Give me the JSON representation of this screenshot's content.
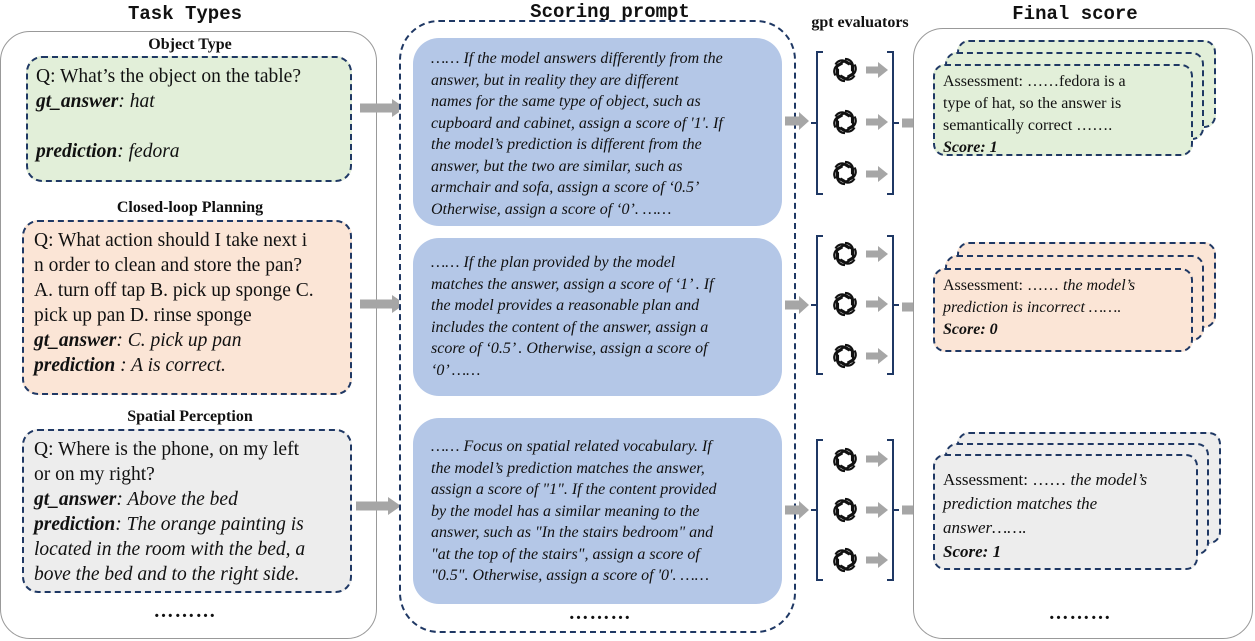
{
  "columns": {
    "task_types": "Task Types",
    "scoring_prompt": "Scoring prompt",
    "gpt_evaluators": "gpt evaluators",
    "final_score": "Final score"
  },
  "tasks": [
    {
      "title": "Object Type",
      "question": "Q: What’s the object on the table?",
      "gt_label": "gt_answer",
      "gt_value": ": hat",
      "pred_label": "prediction",
      "pred_value": ": fedora"
    },
    {
      "title": "Closed-loop Planning",
      "question_lines": [
        "Q:  What action should I take next i",
        "n order to clean and store the pan?",
        "A. turn off tap B. pick up sponge C.",
        "pick up pan D. rinse sponge"
      ],
      "gt_label": "gt_answer",
      "gt_value": ": C. pick up pan",
      "pred_label": "prediction",
      "pred_value": " : A is correct."
    },
    {
      "title": "Spatial Perception",
      "question_lines": [
        "Q: Where is the phone, on my left",
        "or on my right?"
      ],
      "gt_label": "gt_answer",
      "gt_value": ": Above the bed",
      "pred_label": "prediction",
      "pred_lines": [
        ": The orange painting is",
        "located in the room with the bed, a",
        "bove the bed and to the right side."
      ]
    }
  ],
  "prompts": [
    [
      "…… If the model answers differently from the",
      "answer, but in reality they are different",
      "names for the same type of object, such as",
      "cupboard and cabinet, assign a score of '1'. If",
      "the model’s prediction is different from the",
      "answer, but the two are similar, such as",
      "armchair and sofa, assign a score of ‘0.5’",
      "Otherwise, assign a score of ‘0’. ……"
    ],
    [
      "…… If the plan provided by the model",
      "matches the answer, assign a score of ‘1’ . If",
      "the model provides a reasonable plan and",
      "includes the content of the answer, assign a",
      "score of ‘0.5’ . Otherwise, assign a score of",
      "‘0’ ……"
    ],
    [
      "…… Focus on spatial related vocabulary. If",
      "the model’s prediction matches the answer,",
      "assign a score of \"1\". If the content provided",
      "by the model has a similar meaning to the",
      "answer, such as \"In the stairs bedroom\" and",
      "\"at the top of the stairs\", assign a score of",
      "\"0.5\". Otherwise, assign a score of '0'. ……"
    ]
  ],
  "scores": [
    {
      "lines": [
        "Assessment: ……fedora is a",
        "type of hat, so the answer is",
        "semantically correct ……."
      ],
      "score": "Score: 1"
    },
    {
      "line1_plain": "Assessment: …… ",
      "line1_italic": "the model’s",
      "line2": "prediction is incorrect …….",
      "score": "Score: 0"
    },
    {
      "line1_plain": "Assessment: …… ",
      "line1_italic": "the model’s",
      "line2": "prediction matches the",
      "line3": "answer…….",
      "score": "Score: 1"
    }
  ],
  "ellipses": {
    "tasks": "………",
    "prompts": "………",
    "scores": "………"
  },
  "icons": {
    "evaluator": "openai-logo-icon",
    "arrow": "right-arrow-icon",
    "bracket": "bracket-icon"
  },
  "colors": {
    "green_box": "#e2efd9",
    "peach_box": "#fbe5d6",
    "grey_box": "#ededed",
    "prompt_box": "#b4c7e7",
    "dashed_border": "#1f3864",
    "arrow": "#a6a6a6"
  }
}
